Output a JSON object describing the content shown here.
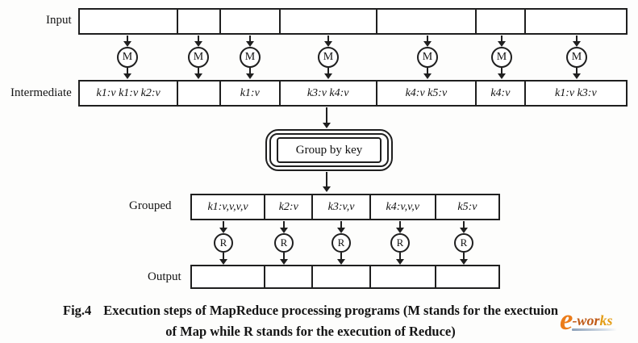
{
  "diagram": {
    "labels": {
      "input": "Input",
      "intermediate": "Intermediate",
      "grouped": "Grouped",
      "output": "Output"
    },
    "map_symbol": "M",
    "reduce_symbol": "R",
    "group_box_label": "Group by key",
    "input_cells": [
      "",
      "",
      "",
      "",
      "",
      "",
      ""
    ],
    "intermediate_cells": [
      "k1:v k1:v k2:v",
      "",
      "k1:v",
      "k3:v k4:v",
      "k4:v k5:v",
      "k4:v",
      "k1:v k3:v"
    ],
    "grouped_cells": [
      "k1:v,v,v,v",
      "k2:v",
      "k3:v,v",
      "k4:v,v,v",
      "k5:v"
    ],
    "output_cells": [
      "",
      "",
      "",
      "",
      ""
    ]
  },
  "caption": {
    "fig_label": "Fig.4",
    "line1": "Execution steps of MapReduce processing programs (M stands for the exectuion",
    "line2": "of Map while R stands for the execution of Reduce)"
  },
  "logo": {
    "e": "e",
    "dash_wor": "-wor",
    "k": "k",
    "s": "s"
  },
  "colors": {
    "line": "#1f1f1f",
    "logo_orange": "#EB7C1A",
    "logo_dark_orange": "#C05A17",
    "logo_gold": "#E39D16",
    "logo_underline_start": "#8CA0B8",
    "logo_underline_end": "#D9E1EA"
  }
}
